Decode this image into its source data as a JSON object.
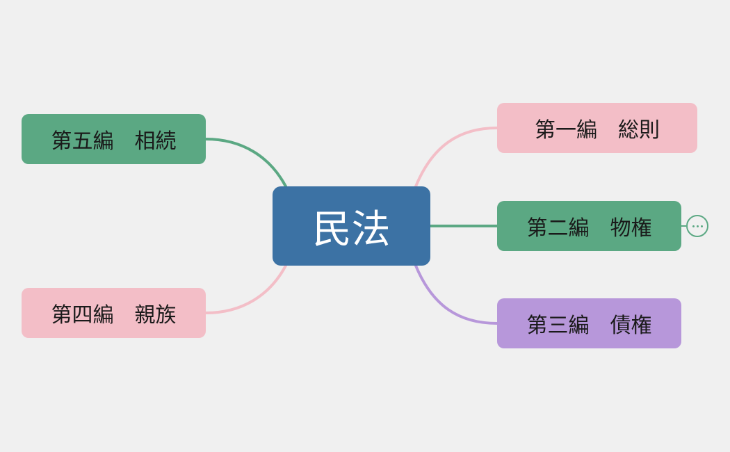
{
  "mindmap": {
    "central": {
      "label": "民法",
      "color": "#3c72a4"
    },
    "branches": [
      {
        "label": "第一編　総則",
        "color": "#f3bec7",
        "line_color": "#f3bec7"
      },
      {
        "label": "第二編　物権",
        "color": "#5ba883",
        "line_color": "#5ba883",
        "collapsed": true,
        "expand_icon": "more-icon"
      },
      {
        "label": "第三編　債権",
        "color": "#b797da",
        "line_color": "#b797da"
      },
      {
        "label": "第四編　親族",
        "color": "#f3bec7",
        "line_color": "#f3bec7"
      },
      {
        "label": "第五編　相続",
        "color": "#5ba883",
        "line_color": "#5ba883"
      }
    ]
  }
}
